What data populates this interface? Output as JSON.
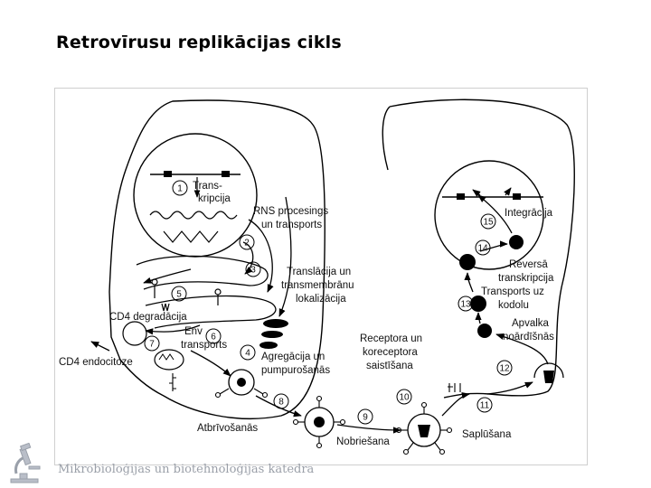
{
  "slide": {
    "title": "Retrovīrusu replikācijas cikls",
    "footer": "Mikrobioloģijas un biotehnoloģijas katedra"
  },
  "diagram": {
    "steps": [
      {
        "number": "1",
        "lines": [
          "Trans-",
          "kripcija"
        ]
      },
      {
        "number": "2",
        "lines": [
          "RNS procesings",
          "un transports"
        ]
      },
      {
        "number": "3",
        "lines": [
          "Translācija un",
          "transmembrānu",
          "lokalizācija"
        ]
      },
      {
        "number": "4",
        "lines": [
          "Agregācija un",
          "pumpurošanās"
        ]
      },
      {
        "number": "5",
        "lines": [
          "CD4 degradācija"
        ]
      },
      {
        "number": "6",
        "lines": [
          "Env",
          "transports"
        ]
      },
      {
        "number": "7",
        "lines": [
          "CD4 endocitoze"
        ]
      },
      {
        "number": "8",
        "lines": [
          "Atbrīvošanās"
        ]
      },
      {
        "number": "9",
        "lines": [
          "Nobriešana"
        ]
      },
      {
        "number": "10",
        "lines": [
          "Receptora un",
          "koreceptora",
          "saistīšana"
        ]
      },
      {
        "number": "11",
        "lines": [
          "Saplūšana"
        ]
      },
      {
        "number": "12",
        "lines": [
          "Apvalka",
          "noārdīšnās"
        ]
      },
      {
        "number": "13",
        "lines": [
          "Transports uz",
          "kodolu"
        ]
      },
      {
        "number": "14",
        "lines": [
          "Reversā",
          "transkripcija"
        ]
      },
      {
        "number": "15",
        "lines": [
          "Integrācija"
        ]
      }
    ]
  }
}
